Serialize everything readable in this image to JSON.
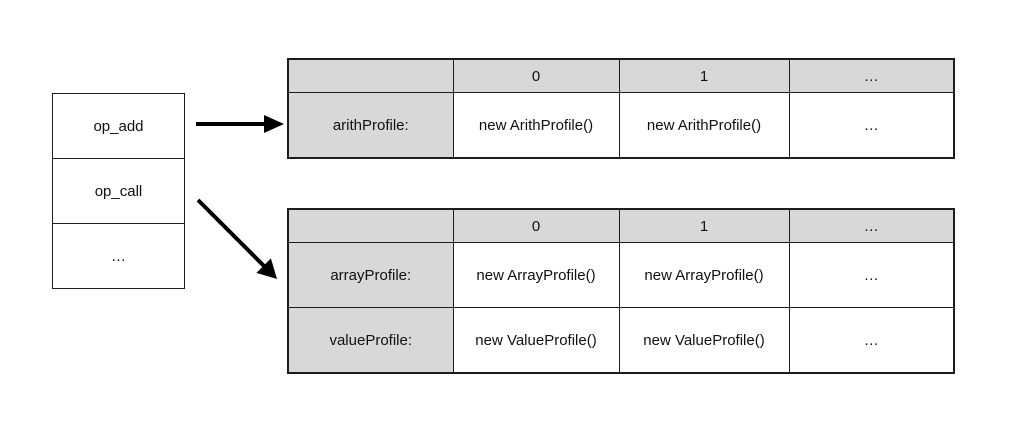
{
  "colors": {
    "background": "#ffffff",
    "header_fill": "#d8d8d8",
    "border": "#1d1d1d",
    "arrow": "#000000"
  },
  "bytecode_list": {
    "items": [
      "op_add",
      "op_call",
      "…"
    ]
  },
  "arrows": [
    {
      "name": "op_add-to-arith-table",
      "direction": "right"
    },
    {
      "name": "op_call-to-profile-table",
      "direction": "down-right"
    }
  ],
  "top_table": {
    "headers": [
      "",
      "0",
      "1",
      "…"
    ],
    "rows": [
      {
        "label": "arithProfile:",
        "cells": [
          "new ArithProfile()",
          "new ArithProfile()",
          "…"
        ]
      }
    ]
  },
  "bottom_table": {
    "headers": [
      "",
      "0",
      "1",
      "…"
    ],
    "rows": [
      {
        "label": "arrayProfile:",
        "cells": [
          "new ArrayProfile()",
          "new ArrayProfile()",
          "…"
        ]
      },
      {
        "label": "valueProfile:",
        "cells": [
          "new ValueProfile()",
          "new ValueProfile()",
          "…"
        ]
      }
    ]
  }
}
